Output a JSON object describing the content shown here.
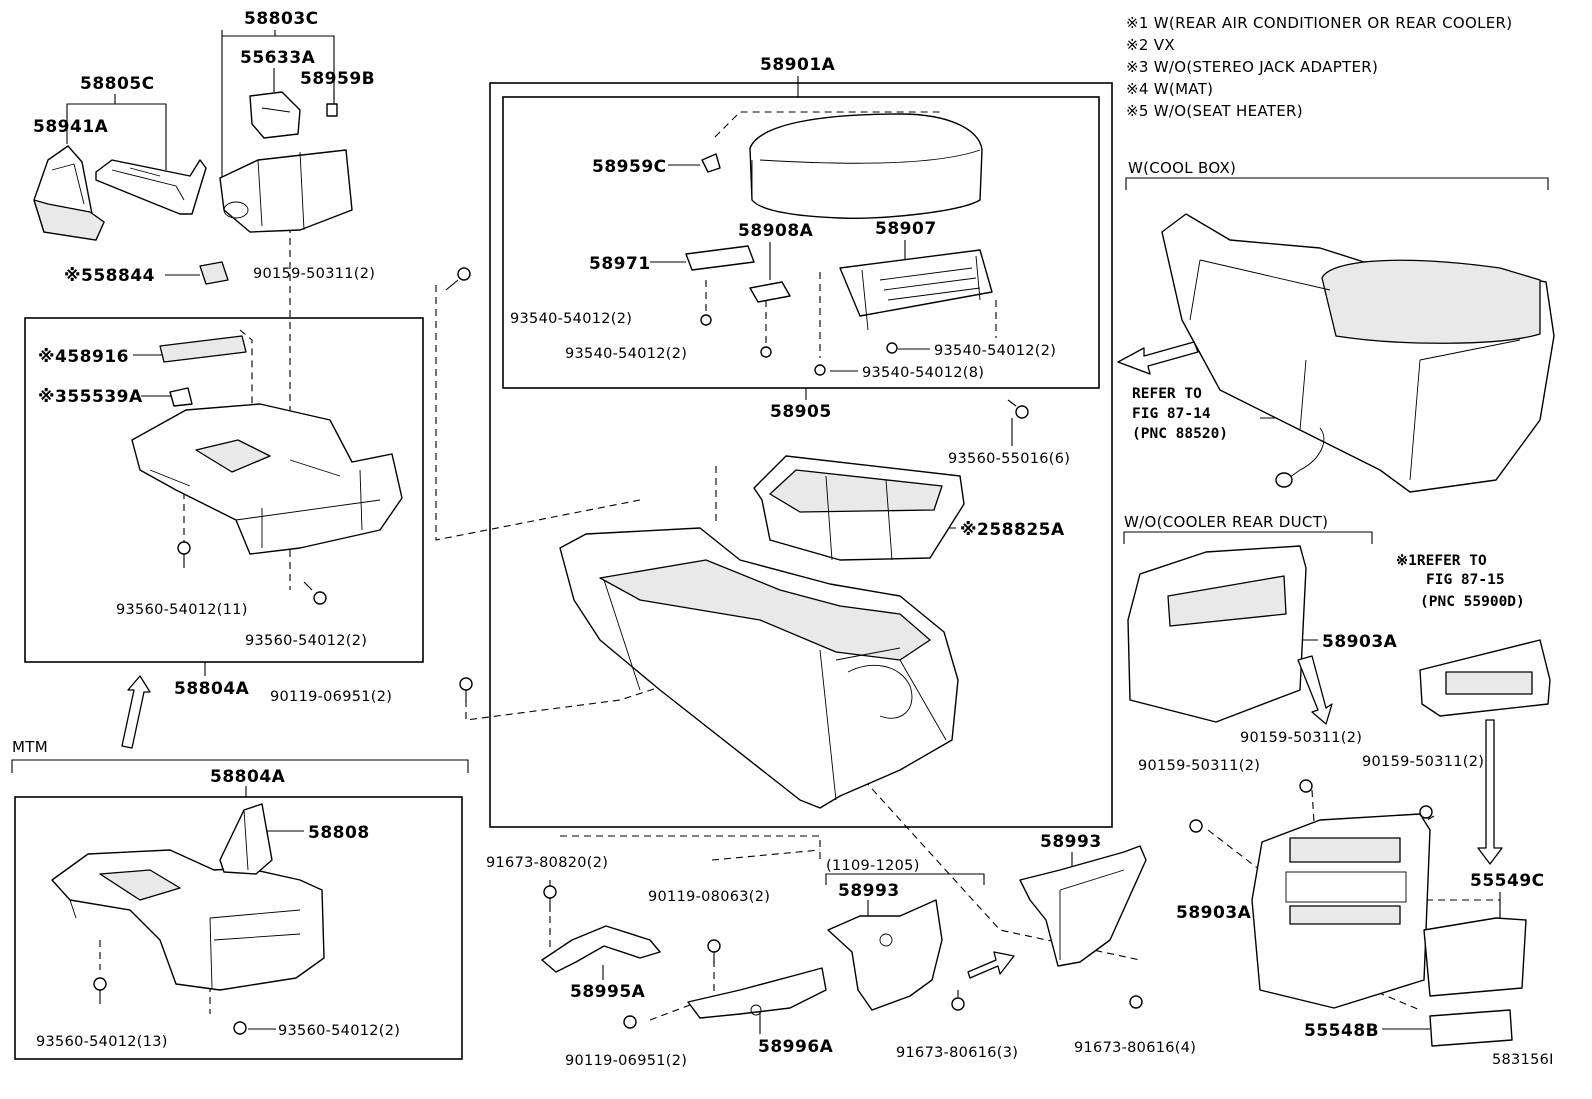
{
  "notes": [
    "※1 W(REAR AIR CONDITIONER OR REAR COOLER)",
    "※2 VX",
    "※3 W/O(STEREO JACK ADAPTER)",
    "※4 W(MAT)",
    "※5 W/O(SEAT HEATER)"
  ],
  "sections": {
    "cool_box": "W(COOL BOX)",
    "cooler_rear_duct": "W/O(COOLER REAR DUCT)",
    "mtm": "MTM",
    "date_range": "(1109-1205)"
  },
  "refs": {
    "fig87_14": [
      "REFER TO",
      "FIG 87-14",
      "(PNC 88520)"
    ],
    "fig87_15": [
      "※1REFER TO",
      "FIG 87-15",
      "(PNC 55900D)"
    ]
  },
  "labels": {
    "p58803C": "58803C",
    "p55633A": "55633A",
    "p58959B": "58959B",
    "p58805C": "58805C",
    "p58941A": "58941A",
    "p58844": "※558844",
    "p90159_50311_a": "90159-50311(2)",
    "p58916": "※458916",
    "p55539A": "※355539A",
    "p93560_54012_11": "93560-54012(11)",
    "p93560_54012_2a": "93560-54012(2)",
    "p58804A_a": "58804A",
    "p58901A": "58901A",
    "p58959C": "58959C",
    "p58971": "58971",
    "p58908A": "58908A",
    "p58907": "58907",
    "p93540_2a": "93540-54012(2)",
    "p93540_2b": "93540-54012(2)",
    "p93540_2c": "93540-54012(2)",
    "p93540_8": "93540-54012(8)",
    "p58905": "58905",
    "p93560_55016": "93560-55016(6)",
    "p58825A": "※258825A",
    "p90119_06951_a": "90119-06951(2)",
    "p58804A_b": "58804A",
    "p58808": "58808",
    "p93560_54012_13": "93560-54012(13)",
    "p93560_54012_2b": "93560-54012(2)",
    "p91673_80820": "91673-80820(2)",
    "p58995A": "58995A",
    "p90119_08063": "90119-08063(2)",
    "p90119_06951_b": "90119-06951(2)",
    "p58996A": "58996A",
    "p58993_a": "58993",
    "p58993_b": "58993",
    "p91673_80616_3": "91673-80616(3)",
    "p91673_80616_4": "91673-80616(4)",
    "p58903A_a": "58903A",
    "p90159_50311_b": "90159-50311(2)",
    "p90159_50311_c": "90159-50311(2)",
    "p90159_50311_d": "90159-50311(2)",
    "p58903A_b": "58903A",
    "p55549C": "55549C",
    "p55548B": "55548B"
  },
  "figure_id": "583156I"
}
